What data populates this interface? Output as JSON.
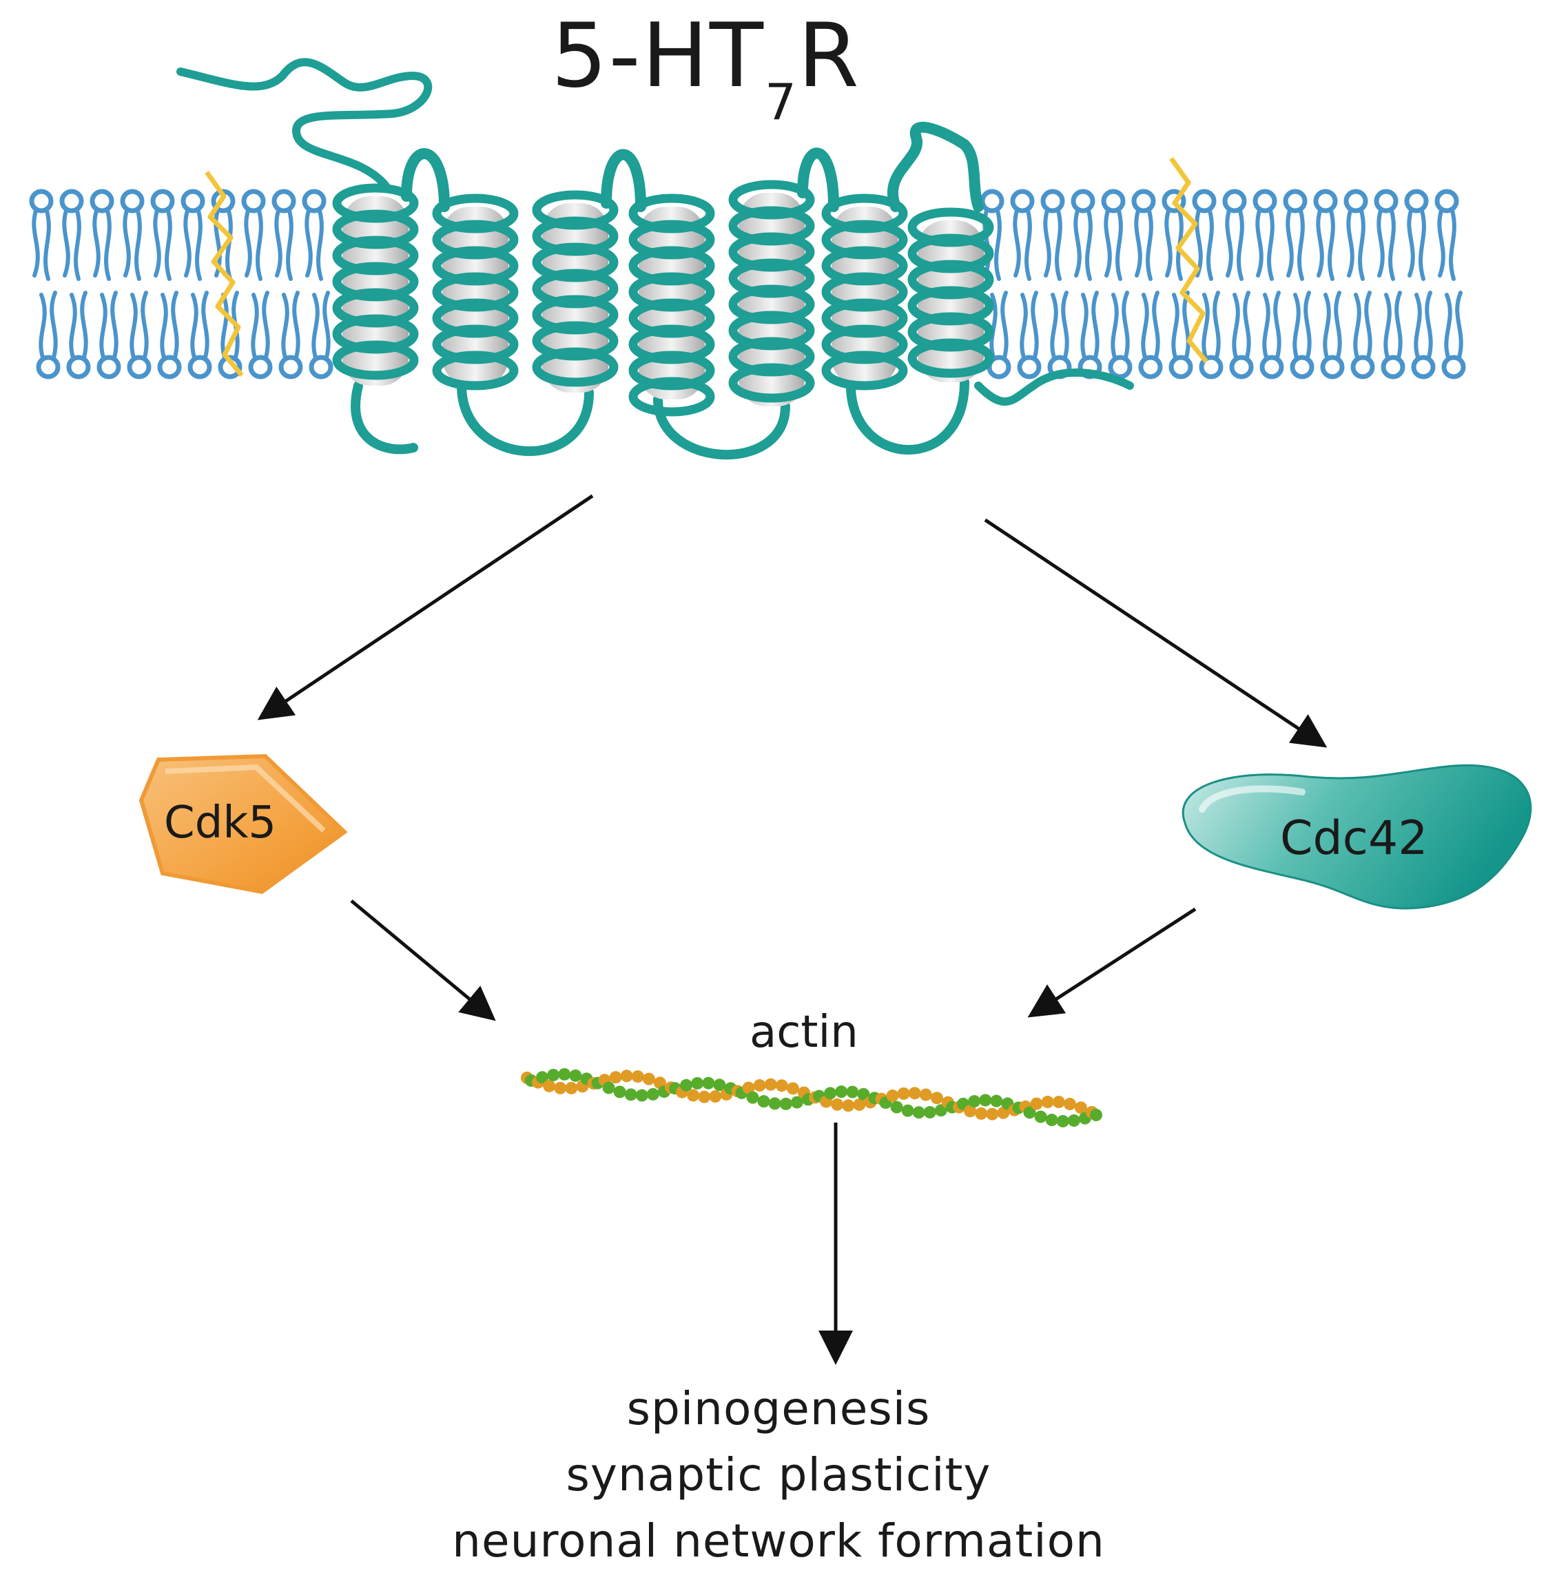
{
  "receptor": {
    "name_main": "5-HT",
    "name_subscript": "7",
    "name_suffix": "R"
  },
  "nodes": {
    "cdk5": "Cdk5",
    "cdc42": "Cdc42",
    "actin": "actin"
  },
  "outcomes": [
    "spinogenesis",
    "synaptic plasticity",
    "neuronal network formation"
  ],
  "colors": {
    "receptor": "#1e9e94",
    "membrane": "#4a94cc",
    "cholesterol": "#f2c53a",
    "cdk5": "#f5a443",
    "cdc42": "#23a094",
    "actin_green": "#58ac2c",
    "actin_orange": "#df9b24",
    "arrow": "#111111"
  }
}
